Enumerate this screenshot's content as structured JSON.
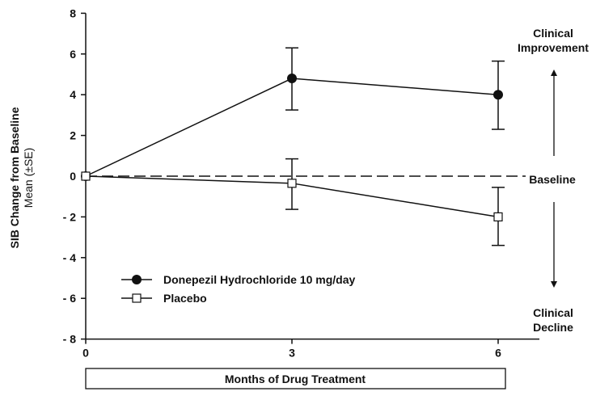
{
  "chart_data": {
    "type": "line",
    "ylabel": "SIB Change from Baseline",
    "ylabel_sub": "Mean (±SE)",
    "xlabel": "Months of Drug Treatment",
    "ylim": [
      -8,
      8
    ],
    "yticks": [
      8,
      6,
      4,
      2,
      0,
      -2,
      -4,
      -6,
      -8
    ],
    "ytick_labels": [
      "8",
      "6",
      "4",
      "2",
      "0",
      "- 2",
      "- 4",
      "- 6",
      "- 8"
    ],
    "xlim": [
      0,
      6.6
    ],
    "xticks": [
      0,
      3,
      6
    ],
    "xtick_labels": [
      "0",
      "3",
      "6"
    ],
    "reference_line": {
      "y": 0,
      "label": "Baseline",
      "style": "dashed"
    },
    "annotations": {
      "top": [
        "Clinical",
        "Improvement"
      ],
      "bottom": [
        "Clinical",
        "Decline"
      ]
    },
    "legend_position": "bottom-left",
    "series": [
      {
        "name": "Donepezil Hydrochloride 10 mg/day",
        "marker": "filled-circle",
        "x": [
          0,
          3,
          6
        ],
        "y": [
          0,
          4.8,
          4.0
        ],
        "err_low": [
          0,
          3.25,
          2.3
        ],
        "err_high": [
          0,
          6.3,
          5.65
        ]
      },
      {
        "name": "Placebo",
        "marker": "open-square",
        "x": [
          0,
          3,
          6
        ],
        "y": [
          0,
          -0.35,
          -2.0
        ],
        "err_low": [
          0,
          -1.63,
          -3.4
        ],
        "err_high": [
          0,
          0.85,
          -0.55
        ]
      }
    ]
  }
}
